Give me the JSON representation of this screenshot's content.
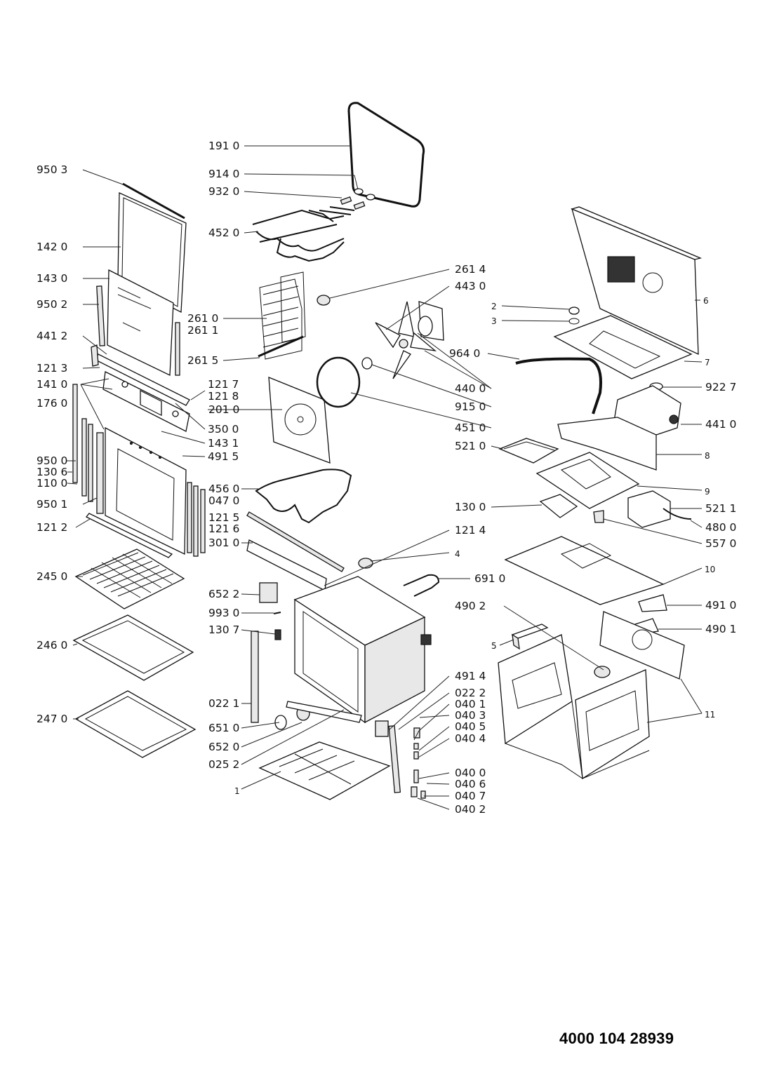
{
  "document_number": "4000 104 28939",
  "labels": [
    {
      "id": "191-0",
      "text": "191 0"
    },
    {
      "id": "950-3",
      "text": "950 3"
    },
    {
      "id": "914-0",
      "text": "914 0"
    },
    {
      "id": "932-0",
      "text": "932 0"
    },
    {
      "id": "452-0",
      "text": "452 0"
    },
    {
      "id": "142-0",
      "text": "142 0"
    },
    {
      "id": "143-0",
      "text": "143 0"
    },
    {
      "id": "950-2",
      "text": "950 2"
    },
    {
      "id": "261-4",
      "text": "261 4"
    },
    {
      "id": "443-0",
      "text": "443 0"
    },
    {
      "id": "261-0",
      "text": "261 0"
    },
    {
      "id": "261-1",
      "text": "261 1"
    },
    {
      "id": "441-2",
      "text": "441 2"
    },
    {
      "id": "261-5",
      "text": "261 5"
    },
    {
      "id": "121-3",
      "text": "121 3"
    },
    {
      "id": "141-0",
      "text": "141 0"
    },
    {
      "id": "121-7",
      "text": "121 7"
    },
    {
      "id": "121-8",
      "text": "121 8"
    },
    {
      "id": "176-0",
      "text": "176 0"
    },
    {
      "id": "201-0",
      "text": "201 0"
    },
    {
      "id": "350-0",
      "text": "350 0"
    },
    {
      "id": "143-1",
      "text": "143 1"
    },
    {
      "id": "491-5",
      "text": "491 5"
    },
    {
      "id": "950-0",
      "text": "950 0"
    },
    {
      "id": "130-6",
      "text": "130 6"
    },
    {
      "id": "110-0",
      "text": "110 0"
    },
    {
      "id": "950-1",
      "text": "950 1"
    },
    {
      "id": "456-0",
      "text": "456 0"
    },
    {
      "id": "047-0",
      "text": "047 0"
    },
    {
      "id": "121-2",
      "text": "121 2"
    },
    {
      "id": "121-5",
      "text": "121 5"
    },
    {
      "id": "121-6",
      "text": "121 6"
    },
    {
      "id": "301-0",
      "text": "301 0"
    },
    {
      "id": "245-0",
      "text": "245 0"
    },
    {
      "id": "652-2",
      "text": "652 2"
    },
    {
      "id": "993-0",
      "text": "993 0"
    },
    {
      "id": "130-7",
      "text": "130 7"
    },
    {
      "id": "246-0",
      "text": "246 0"
    },
    {
      "id": "022-1",
      "text": "022 1"
    },
    {
      "id": "247-0",
      "text": "247 0"
    },
    {
      "id": "651-0",
      "text": "651 0"
    },
    {
      "id": "652-0",
      "text": "652 0"
    },
    {
      "id": "025-2",
      "text": "025 2"
    },
    {
      "id": "1",
      "text": "1"
    },
    {
      "id": "121-4",
      "text": "121 4"
    },
    {
      "id": "4",
      "text": "4"
    },
    {
      "id": "691-0",
      "text": "691 0"
    },
    {
      "id": "490-2",
      "text": "490 2"
    },
    {
      "id": "491-4",
      "text": "491 4"
    },
    {
      "id": "022-2",
      "text": "022 2"
    },
    {
      "id": "040-1",
      "text": "040 1"
    },
    {
      "id": "040-3",
      "text": "040 3"
    },
    {
      "id": "040-5",
      "text": "040 5"
    },
    {
      "id": "040-4",
      "text": "040 4"
    },
    {
      "id": "040-0",
      "text": "040 0"
    },
    {
      "id": "040-6",
      "text": "040 6"
    },
    {
      "id": "040-7",
      "text": "040 7"
    },
    {
      "id": "040-2",
      "text": "040 2"
    },
    {
      "id": "2",
      "text": "2"
    },
    {
      "id": "3",
      "text": "3"
    },
    {
      "id": "6",
      "text": "6"
    },
    {
      "id": "964-0",
      "text": "964 0"
    },
    {
      "id": "7",
      "text": "7"
    },
    {
      "id": "440-0",
      "text": "440 0"
    },
    {
      "id": "922-7",
      "text": "922 7"
    },
    {
      "id": "915-0",
      "text": "915 0"
    },
    {
      "id": "451-0",
      "text": "451 0"
    },
    {
      "id": "441-0",
      "text": "441 0"
    },
    {
      "id": "521-0",
      "text": "521 0"
    },
    {
      "id": "8",
      "text": "8"
    },
    {
      "id": "9",
      "text": "9"
    },
    {
      "id": "130-0",
      "text": "130 0"
    },
    {
      "id": "521-1",
      "text": "521 1"
    },
    {
      "id": "480-0",
      "text": "480 0"
    },
    {
      "id": "557-0",
      "text": "557 0"
    },
    {
      "id": "10",
      "text": "10"
    },
    {
      "id": "491-0",
      "text": "491 0"
    },
    {
      "id": "490-1",
      "text": "490 1"
    },
    {
      "id": "5",
      "text": "5"
    },
    {
      "id": "11",
      "text": "11"
    }
  ]
}
